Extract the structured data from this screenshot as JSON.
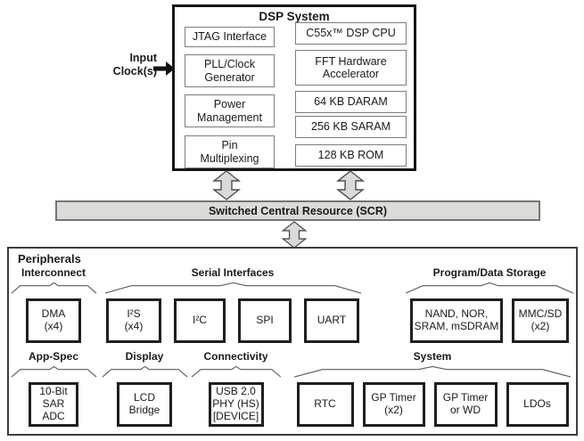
{
  "input": {
    "label": "Input\nClock(s)"
  },
  "dsp_system": {
    "title": "DSP System",
    "left_blocks": [
      "JTAG Interface",
      "PLL/Clock\nGenerator",
      "Power\nManagement",
      "Pin\nMultiplexing"
    ],
    "right_blocks": [
      "C55x™ DSP CPU",
      "FFT Hardware\nAccelerator",
      "64 KB DARAM",
      "256 KB SARAM",
      "128 KB ROM"
    ]
  },
  "scr": {
    "label": "Switched Central Resource (SCR)"
  },
  "peripherals": {
    "title": "Peripherals",
    "rows": [
      {
        "groups": [
          {
            "name": "Interconnect",
            "blocks": [
              "DMA\n(x4)"
            ]
          },
          {
            "name": "Serial Interfaces",
            "blocks": [
              "I²S\n(x4)",
              "I²C",
              "SPI",
              "UART"
            ]
          },
          {
            "name": "Program/Data Storage",
            "blocks": [
              "NAND, NOR,\nSRAM, mSDRAM",
              "MMC/SD\n(x2)"
            ]
          }
        ]
      },
      {
        "groups": [
          {
            "name": "App-Spec",
            "blocks": [
              "10-Bit\nSAR\nADC"
            ]
          },
          {
            "name": "Display",
            "blocks": [
              "LCD\nBridge"
            ]
          },
          {
            "name": "Connectivity",
            "blocks": [
              "USB 2.0\nPHY (HS)\n[DEVICE]"
            ]
          },
          {
            "name": "System",
            "blocks": [
              "RTC",
              "GP Timer\n(x2)",
              "GP Timer\nor WD",
              "LDOs"
            ]
          }
        ]
      }
    ]
  },
  "icons": {
    "bidirectional_arrow": "vertical double-headed connector arrow",
    "input_arrow": "right-pointing input arrow",
    "brace": "horizontal grouping brace"
  },
  "colors": {
    "scr_fill": "#dbdbd8",
    "arrow_fill": "#dadada",
    "arrow_stroke": "#4f4f4f",
    "thick_border": "#1f1f1f",
    "thin_border": "#7d7d7d"
  }
}
